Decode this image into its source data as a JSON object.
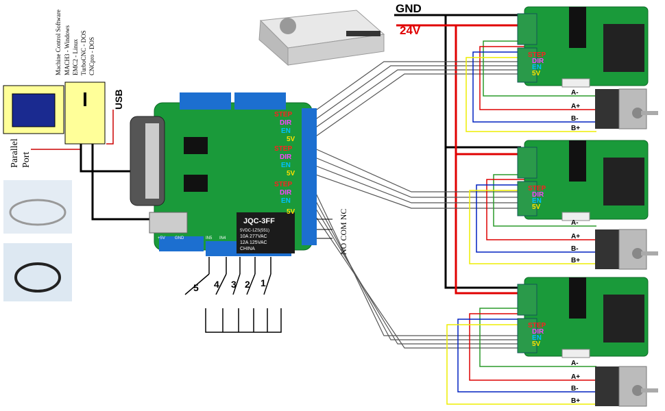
{
  "power": {
    "gnd_label": "GND",
    "v24_label": "24V"
  },
  "software": {
    "title": "Machine Control Software",
    "items": [
      "MACH3 - Windows",
      "EMC2 - Linux",
      "TurboCNC - DOS",
      "CNCpro - DOS"
    ]
  },
  "usb_label": "USB",
  "parallel_port_label": [
    "Parallel",
    "Port"
  ],
  "board": {
    "title": "Breakout Board",
    "signals": [
      "STEP",
      "DIR",
      "EN",
      "5V"
    ],
    "relay": {
      "model": "JQC-3FF",
      "line1": "5VDC-1ZS(551)",
      "line2": "10A 277VAC",
      "line3": "12A 125VAC",
      "line4": "CHINA"
    },
    "relay_terminals": "NO COM NC",
    "bottom_labels": [
      "+5V",
      "GND",
      "IN5",
      "IN4"
    ],
    "inputs": [
      "5",
      "4",
      "3",
      "2",
      "1"
    ]
  },
  "drivers": {
    "signals": [
      "STEP",
      "DIR",
      "EN",
      "5V"
    ],
    "motor_wires": [
      "A-",
      "A+",
      "B-",
      "B+"
    ]
  },
  "colors": {
    "step": "#ff2020",
    "dir": "#ff40ff",
    "en": "#00c0ff",
    "v5": "#ffe000",
    "board": "#1a9a3a",
    "terminal": "#1c6fd0",
    "gnd": "#000000",
    "v24": "#e00000"
  }
}
